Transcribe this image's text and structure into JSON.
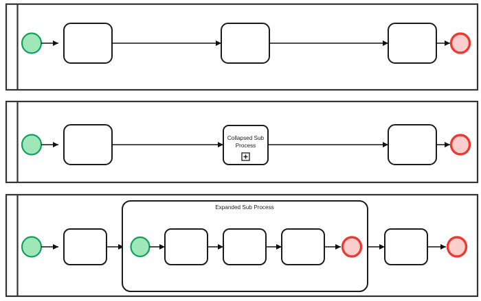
{
  "diagram": {
    "type": "bpmn-process-diagram",
    "notation": "BPMN 2.0",
    "background_color": "#ffffff",
    "colors": {
      "pool_border": "#333333",
      "task_border": "#1a1a1a",
      "task_fill": "#ffffff",
      "start_event_fill": "#9fe6b8",
      "start_event_border": "#10a05a",
      "end_event_fill": "#f9cecc",
      "end_event_border": "#ec3a32",
      "flow_line": "#111111",
      "label_text": "#1a1a1a"
    },
    "pools": [
      {
        "id": "pool-1",
        "name": "pool-simple-sequence",
        "lane_header_label": "",
        "elements": [
          {
            "id": "p1-start",
            "kind": "start-event",
            "label": ""
          },
          {
            "id": "p1-task-1",
            "kind": "task",
            "label": ""
          },
          {
            "id": "p1-task-2",
            "kind": "task",
            "label": ""
          },
          {
            "id": "p1-task-3",
            "kind": "task",
            "label": ""
          },
          {
            "id": "p1-end",
            "kind": "end-event",
            "label": ""
          }
        ],
        "flows": 4
      },
      {
        "id": "pool-2",
        "name": "pool-collapsed-subprocess",
        "lane_header_label": "",
        "elements": [
          {
            "id": "p2-start",
            "kind": "start-event",
            "label": ""
          },
          {
            "id": "p2-task-1",
            "kind": "task",
            "label": ""
          },
          {
            "id": "p2-collapsed",
            "kind": "collapsed-sub-process",
            "label_line_1": "Collapsed Sub",
            "label_line_2": "Process",
            "marker": "plus"
          },
          {
            "id": "p2-task-2",
            "kind": "task",
            "label": ""
          },
          {
            "id": "p2-end",
            "kind": "end-event",
            "label": ""
          }
        ],
        "flows": 4
      },
      {
        "id": "pool-3",
        "name": "pool-expanded-subprocess",
        "lane_header_label": "",
        "elements": [
          {
            "id": "p3-start",
            "kind": "start-event",
            "label": ""
          },
          {
            "id": "p3-task-1",
            "kind": "task",
            "label": ""
          },
          {
            "id": "p3-subprocess",
            "kind": "expanded-sub-process",
            "label": "Expanded Sub Process"
          },
          {
            "id": "p3-task-outer",
            "kind": "task",
            "label": ""
          },
          {
            "id": "p3-end",
            "kind": "end-event",
            "label": ""
          }
        ],
        "sub_process_children": [
          {
            "id": "sp-start",
            "kind": "start-event",
            "label": ""
          },
          {
            "id": "sp-task-1",
            "kind": "task",
            "label": ""
          },
          {
            "id": "sp-task-2",
            "kind": "task",
            "label": ""
          },
          {
            "id": "sp-task-3",
            "kind": "task",
            "label": ""
          },
          {
            "id": "sp-end",
            "kind": "end-event",
            "label": ""
          }
        ],
        "flows": 4
      }
    ]
  },
  "labels": {
    "collapsed_sub_process_line1": "Collapsed Sub",
    "collapsed_sub_process_line2": "Process",
    "expanded_sub_process_title": "Expanded Sub Process"
  }
}
